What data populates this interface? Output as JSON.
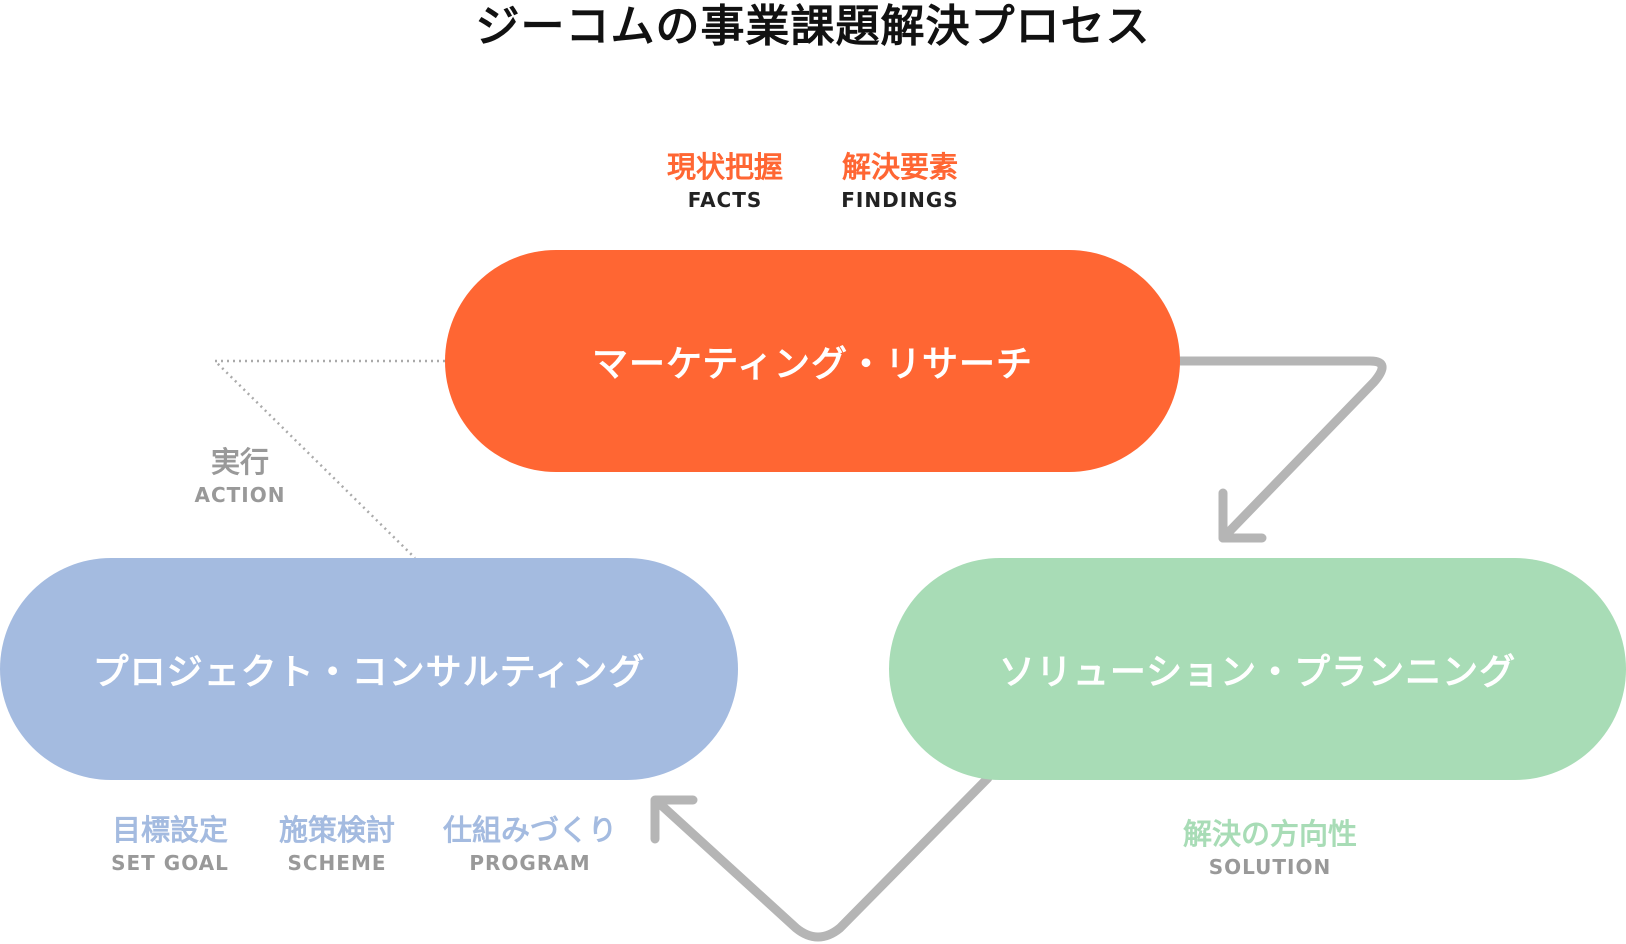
{
  "title": "ジーコムの事業課題解決プロセス",
  "colors": {
    "research": "#FF6633",
    "solution": "#A8DCB6",
    "project": "#A4BBE0",
    "arrow": "#B5B5B5",
    "dotted": "#AAAAAA",
    "en_dark": "#222222",
    "en_gray": "#999999"
  },
  "nodes": {
    "research": {
      "label": "マーケティング・リサーチ"
    },
    "solution": {
      "label": "ソリューション・プランニング"
    },
    "project": {
      "label": "プロジェクト・コンサルティング"
    }
  },
  "research_labels": [
    {
      "jp": "現状把握",
      "en": "FACTS"
    },
    {
      "jp": "解決要素",
      "en": "FINDINGS"
    }
  ],
  "solution_labels": [
    {
      "jp": "解決の方向性",
      "en": "SOLUTION"
    }
  ],
  "project_labels": [
    {
      "jp": "目標設定",
      "en": "SET GOAL"
    },
    {
      "jp": "施策検討",
      "en": "SCHEME"
    },
    {
      "jp": "仕組みづくり",
      "en": "PROGRAM"
    }
  ],
  "action_label": {
    "jp": "実行",
    "en": "ACTION"
  }
}
